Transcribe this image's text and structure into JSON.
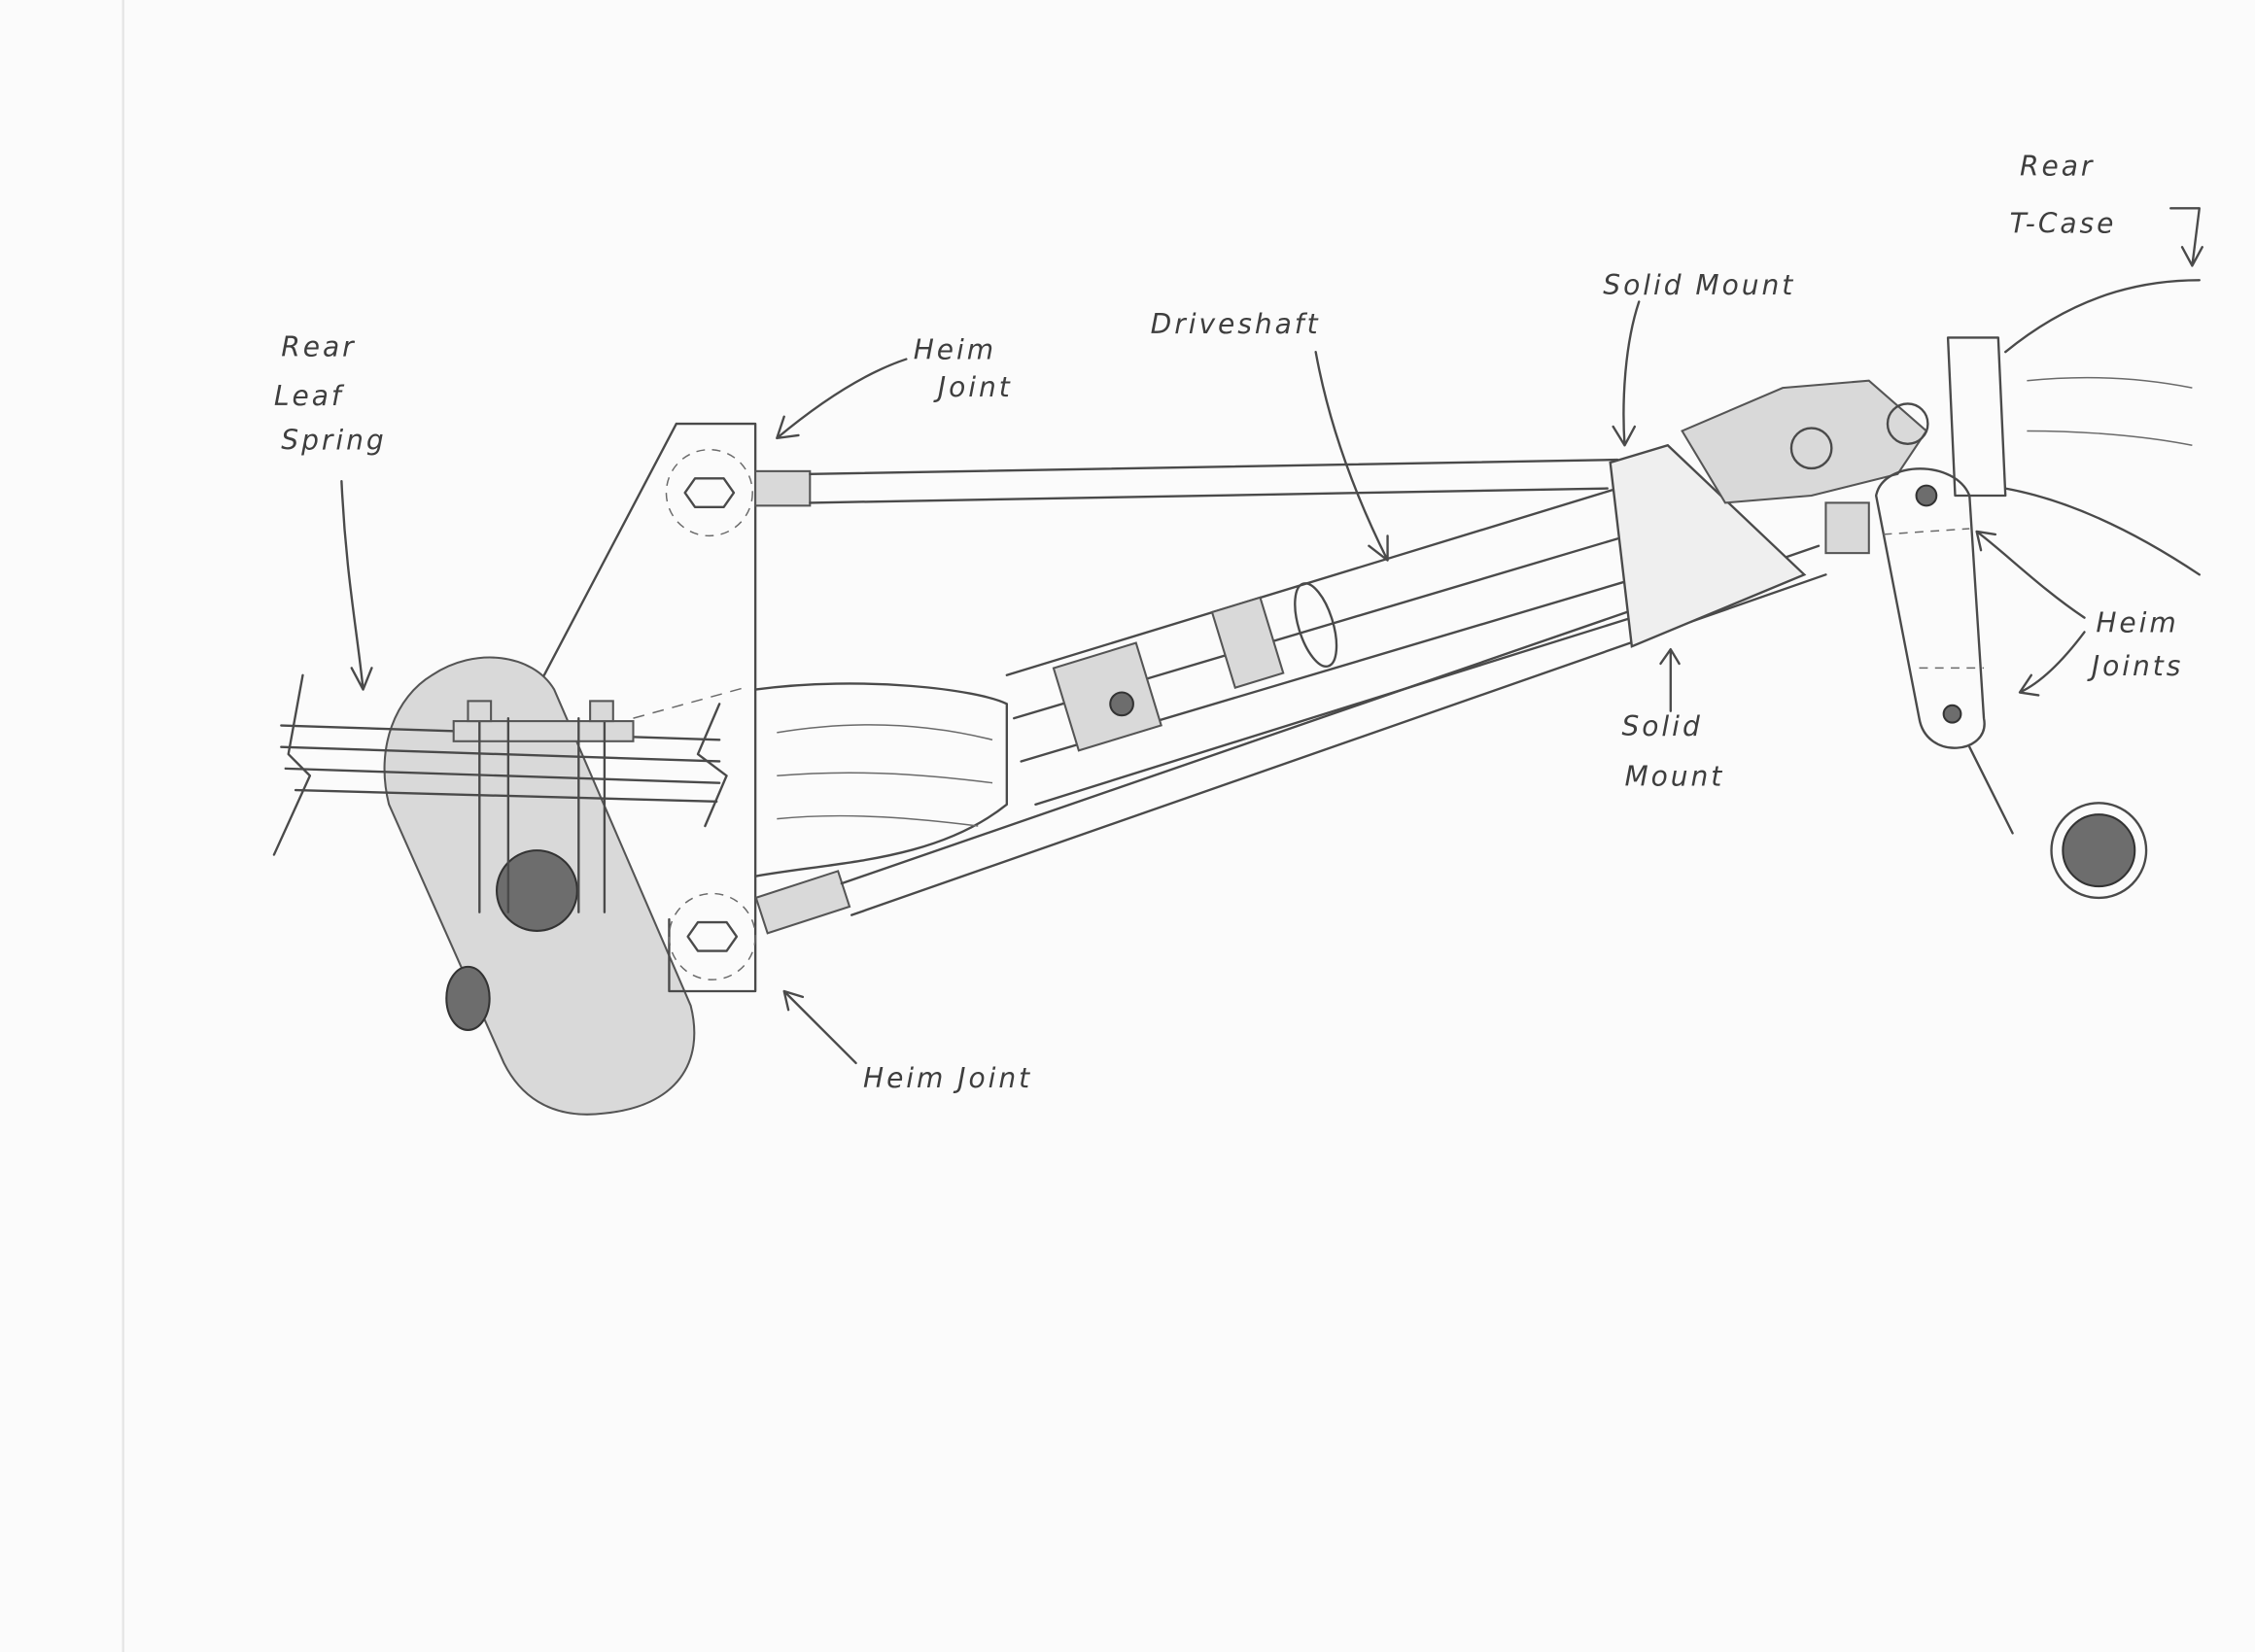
{
  "labels": {
    "rear_leaf_spring": [
      "Rear",
      "Leaf",
      "Spring"
    ],
    "heim_joint_top": [
      "Heim",
      "Joint"
    ],
    "driveshaft": "Driveshaft",
    "solid_mount_top": "Solid Mount",
    "rear_tcase": [
      "Rear",
      "T-Case"
    ],
    "heim_joints_right": [
      "Heim",
      "Joints"
    ],
    "solid_mount_bottom": [
      "Solid",
      "Mount"
    ],
    "heim_joint_bottom": "Heim Joint"
  },
  "colors": {
    "pencil": "#4a4a4a",
    "paper": "#fbfbfb"
  }
}
